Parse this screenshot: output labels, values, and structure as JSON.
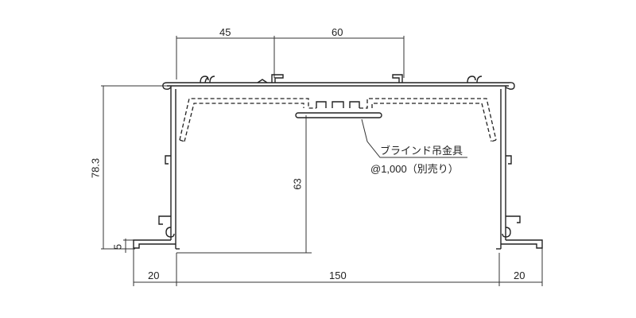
{
  "dimensions": {
    "top_left": "45",
    "top_right": "60",
    "left_height": "78.3",
    "left_small": "5",
    "inner_height": "63",
    "bottom_left": "20",
    "bottom_center": "150",
    "bottom_right": "20"
  },
  "callout": {
    "line1": "ブラインド吊金具",
    "line2": "@1,000（別売り）"
  }
}
